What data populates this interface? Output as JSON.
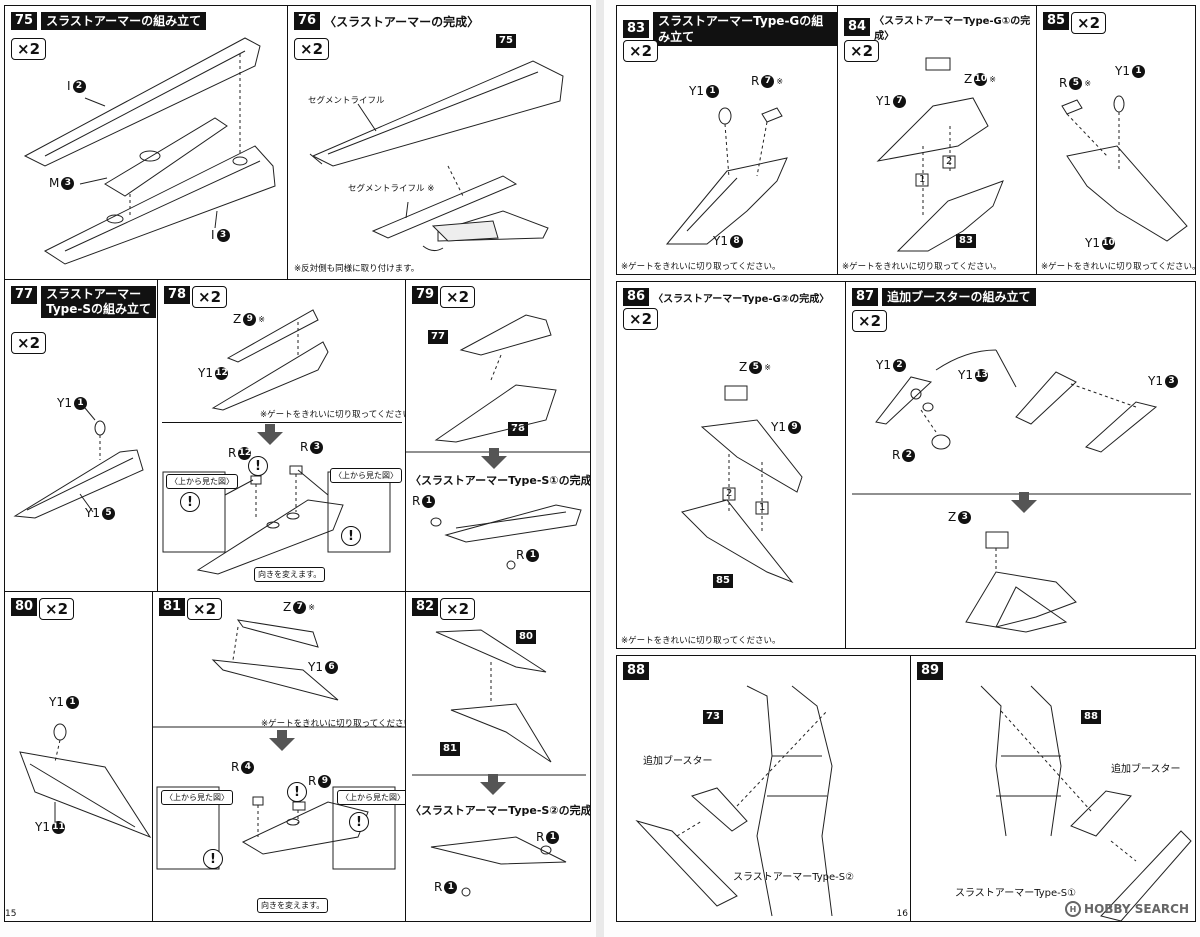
{
  "mark": "2",
  "pages": {
    "left": "15",
    "right": "16"
  },
  "watermark": "HOBBY SEARCH",
  "common": {
    "gate_note": "※ゲートをきれいに切り取ってください。",
    "view_from_top": "〈上から見た図〉",
    "change_direction": "向きを変えます。",
    "excl": "!"
  },
  "steps": {
    "s75": {
      "num": "75",
      "title": "スラストアーマーの組み立て",
      "mult": "×2",
      "labels": {
        "l1": {
          "part": "I",
          "n": "2"
        },
        "l2": {
          "part": "M",
          "n": "3"
        },
        "l3": {
          "part": "I",
          "n": "3"
        }
      }
    },
    "s76": {
      "num": "76",
      "title": "〈スラストアーマーの完成〉",
      "mult": "×2",
      "tag": "75",
      "rifle1": "セグメントライフル",
      "rifle2": "セグメントライフル ※",
      "note": "※反対側も同様に取り付けます。"
    },
    "s77": {
      "num": "77",
      "title1": "スラストアーマー",
      "title2": "Type-Sの組み立て",
      "mult": "×2",
      "labels": {
        "l1": {
          "part": "Y1",
          "n": "1"
        },
        "l2": {
          "part": "Y1",
          "n": "5"
        }
      }
    },
    "s78": {
      "num": "78",
      "mult": "×2",
      "labels": {
        "l1": {
          "part": "Z",
          "n": "9",
          "star": "※"
        },
        "l2": {
          "part": "Y1",
          "n": "12"
        },
        "l3": {
          "part": "R",
          "n": "12"
        },
        "l4": {
          "part": "R",
          "n": "3"
        }
      }
    },
    "s79": {
      "num": "79",
      "mult": "×2",
      "tag1": "77",
      "tag2": "78",
      "sub": "〈スラストアーマーType-S①の完成〉",
      "labels": {
        "l1": {
          "part": "R",
          "n": "1"
        },
        "l2": {
          "part": "R",
          "n": "1"
        }
      }
    },
    "s80": {
      "num": "80",
      "mult": "×2",
      "labels": {
        "l1": {
          "part": "Y1",
          "n": "1"
        },
        "l2": {
          "part": "Y1",
          "n": "11"
        }
      }
    },
    "s81": {
      "num": "81",
      "mult": "×2",
      "labels": {
        "l1": {
          "part": "Z",
          "n": "7",
          "star": "※"
        },
        "l2": {
          "part": "Y1",
          "n": "6"
        },
        "l3": {
          "part": "R",
          "n": "4"
        },
        "l4": {
          "part": "R",
          "n": "9"
        }
      }
    },
    "s82": {
      "num": "82",
      "mult": "×2",
      "tag1": "80",
      "tag2": "81",
      "sub": "〈スラストアーマーType-S②の完成〉",
      "labels": {
        "l1": {
          "part": "R",
          "n": "1"
        },
        "l2": {
          "part": "R",
          "n": "1"
        }
      }
    },
    "s83": {
      "num": "83",
      "title": "スラストアーマーType-Gの組み立て",
      "mult": "×2",
      "labels": {
        "l1": {
          "part": "Y1",
          "n": "1"
        },
        "l2": {
          "part": "R",
          "n": "7",
          "star": "※"
        },
        "l3": {
          "part": "Y1",
          "n": "8"
        }
      }
    },
    "s84": {
      "num": "84",
      "title": "〈スラストアーマーType-G①の完成〉",
      "mult": "×2",
      "tag": "83",
      "box1": "1",
      "box2": "2",
      "labels": {
        "l1": {
          "part": "Z",
          "n": "10",
          "star": "※"
        },
        "l2": {
          "part": "Y1",
          "n": "7"
        }
      }
    },
    "s85": {
      "num": "85",
      "mult": "×2",
      "labels": {
        "l1": {
          "part": "R",
          "n": "5",
          "star": "※"
        },
        "l2": {
          "part": "Y1",
          "n": "1"
        },
        "l3": {
          "part": "Y1",
          "n": "10"
        }
      }
    },
    "s86": {
      "num": "86",
      "title": "〈スラストアーマーType-G②の完成〉",
      "mult": "×2",
      "tag": "85",
      "box1": "2",
      "box2": "1",
      "labels": {
        "l1": {
          "part": "Z",
          "n": "5",
          "star": "※"
        },
        "l2": {
          "part": "Y1",
          "n": "9"
        }
      }
    },
    "s87": {
      "num": "87",
      "title": "追加ブースターの組み立て",
      "mult": "×2",
      "labels": {
        "l1": {
          "part": "Y1",
          "n": "2"
        },
        "l2": {
          "part": "Y1",
          "n": "13"
        },
        "l3": {
          "part": "Y1",
          "n": "3"
        },
        "l4": {
          "part": "R",
          "n": "2"
        },
        "l5": {
          "part": "Z",
          "n": "3"
        }
      }
    },
    "s88": {
      "num": "88",
      "tag": "73",
      "booster": "追加ブースター",
      "armor": "スラストアーマーType-S②"
    },
    "s89": {
      "num": "89",
      "tag": "88",
      "booster": "追加ブースター",
      "armor": "スラストアーマーType-S①"
    }
  }
}
